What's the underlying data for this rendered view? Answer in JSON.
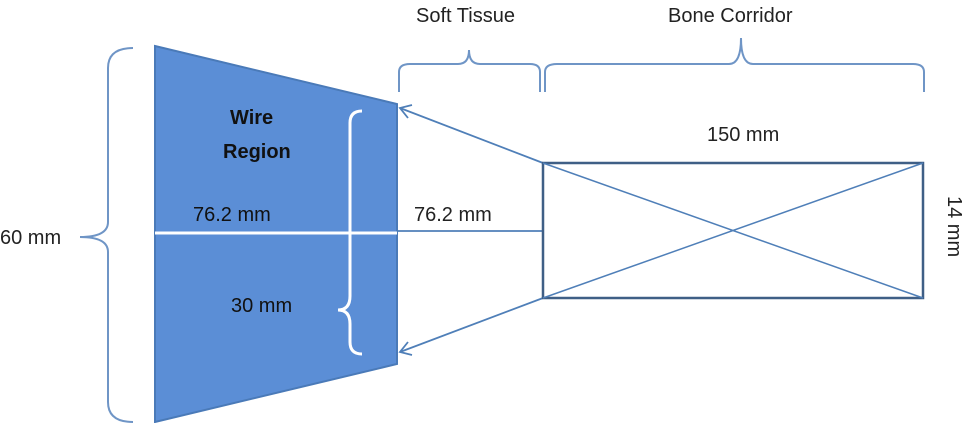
{
  "labels": {
    "soft_tissue": "Soft Tissue",
    "bone_corridor": "Bone Corridor",
    "wire_region_line1": "Wire",
    "wire_region_line2": "Region",
    "dim_150": "150 mm",
    "dim_14": "14 mm",
    "dim_60": "60 mm",
    "dim_76_inner": "76.2 mm",
    "dim_76_outer": "76.2 mm",
    "dim_30": "30 mm"
  },
  "colors": {
    "wire_region_fill": "#5b8ed6",
    "wire_region_stroke": "#4a7ab8",
    "line": "#4f7fb8",
    "rect_stroke": "#3f5f86",
    "bracket": "#6f95c6",
    "white": "#ffffff"
  }
}
